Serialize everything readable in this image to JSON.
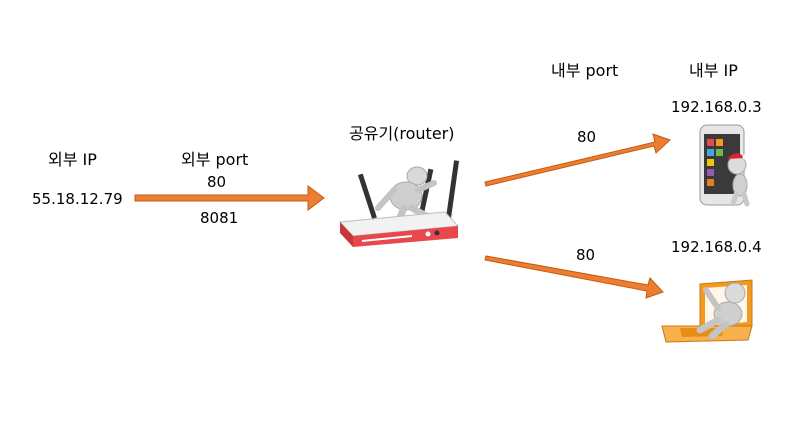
{
  "external": {
    "ip_header": "외부 IP",
    "ip": "55.18.12.79",
    "port_header": "외부 port",
    "ports": [
      "80",
      "8081"
    ]
  },
  "router": {
    "label": "공유기(router)"
  },
  "internal": {
    "port_header": "내부 port",
    "ip_header": "내부 IP",
    "devices": [
      {
        "ip": "192.168.0.3",
        "port": "80"
      },
      {
        "ip": "192.168.0.4",
        "port": "80"
      }
    ]
  },
  "colors": {
    "arrow_fill": "#ED7D31",
    "arrow_stroke": "#C55A11",
    "router_red": "#E8474C",
    "laptop_orange": "#F39A1E"
  }
}
